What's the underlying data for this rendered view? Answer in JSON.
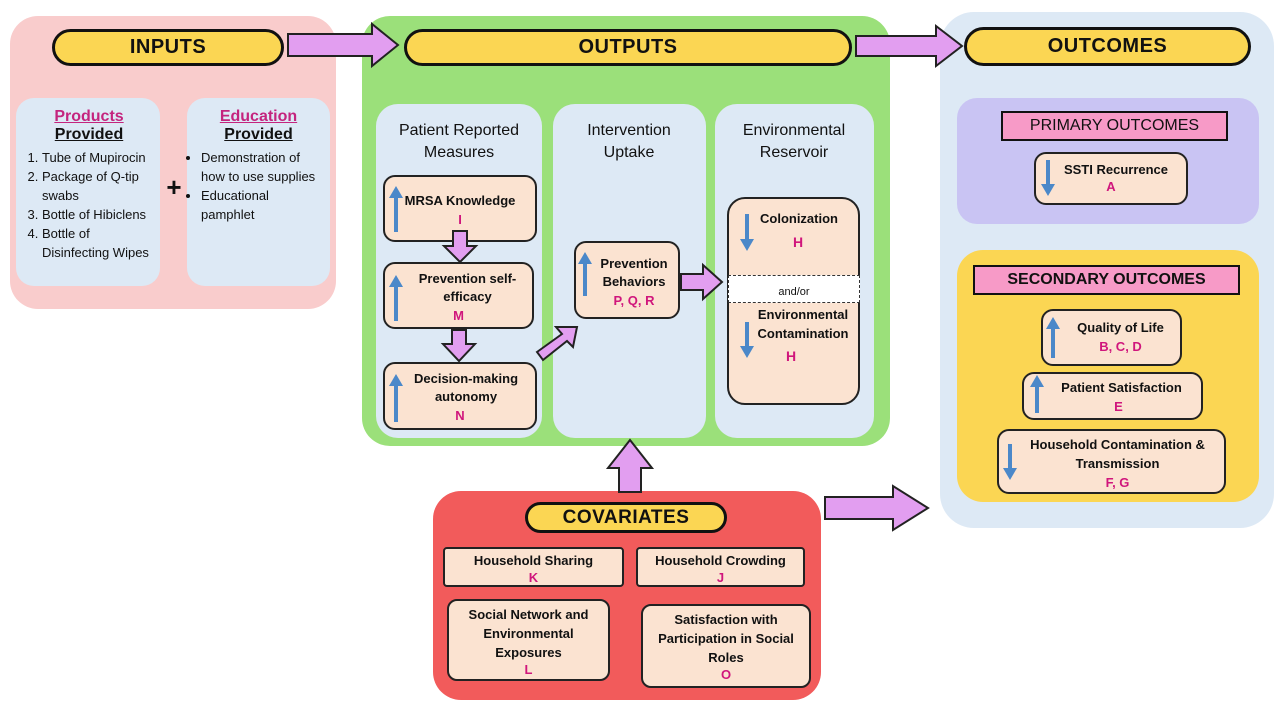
{
  "inputs": {
    "title": "INPUTS",
    "products": {
      "heading_link": "Products",
      "heading_sub": "Provided",
      "items": [
        "Tube of Mupirocin",
        "Package of Q-tip swabs",
        "Bottle of Hibiclens",
        "Bottle of Disinfecting Wipes"
      ]
    },
    "plus": "+",
    "education": {
      "heading_link": "Education",
      "heading_sub": "Provided",
      "items": [
        "Demonstration of how to use supplies",
        "Educational pamphlet"
      ]
    }
  },
  "outputs": {
    "title": "OUTPUTS",
    "prm": {
      "header": "Patient Reported Measures",
      "cards": [
        {
          "label": "MRSA Knowledge",
          "letter": "I"
        },
        {
          "label": "Prevention self-efficacy",
          "letter": "M"
        },
        {
          "label": "Decision-making autonomy",
          "letter": "N"
        }
      ]
    },
    "uptake": {
      "header": "Intervention Uptake",
      "card": {
        "label": "Prevention Behaviors",
        "letter": "P, Q, R"
      }
    },
    "reservoir": {
      "header": "Environmental Reservoir",
      "colonization": "Colonization",
      "colonization_letter": "H",
      "andor": "and/or",
      "contamination": "Environmental Contamination",
      "contamination_letter": "H"
    }
  },
  "outcomes": {
    "title": "OUTCOMES",
    "primary": {
      "title": "PRIMARY OUTCOMES",
      "card": {
        "label": "SSTI Recurrence",
        "letter": "A"
      }
    },
    "secondary": {
      "title": "SECONDARY OUTCOMES",
      "cards": [
        {
          "label": "Quality of Life",
          "letter": "B, C, D"
        },
        {
          "label": "Patient Satisfaction",
          "letter": "E"
        },
        {
          "label": "Household Contamination & Transmission",
          "letter": "F, G"
        }
      ]
    }
  },
  "covariates": {
    "title": "COVARIATES",
    "cards": [
      {
        "label": "Household Sharing",
        "letter": "K"
      },
      {
        "label": "Household Crowding",
        "letter": "J"
      },
      {
        "label": "Social Network and Environmental Exposures",
        "letter": "L"
      },
      {
        "label": "Satisfaction with Participation in Social Roles",
        "letter": "O"
      }
    ]
  },
  "colors": {
    "inputs_bg": "#f9cccc",
    "outputs_bg": "#9be07a",
    "outcomes_bg": "#dde9f5",
    "covariates_bg": "#f25b5b",
    "primary_bg": "#c9c4f3",
    "secondary_bg": "#fbd653",
    "pill_bg": "#fbd653",
    "outcome_label_bg": "#f79ac7",
    "arrow_fill": "#e29ef0",
    "blue_arrow": "#4b88c9",
    "letter": "#d0167c"
  },
  "icons": [
    "up-arrow-icon",
    "down-arrow-icon",
    "right-arrow-icon"
  ]
}
